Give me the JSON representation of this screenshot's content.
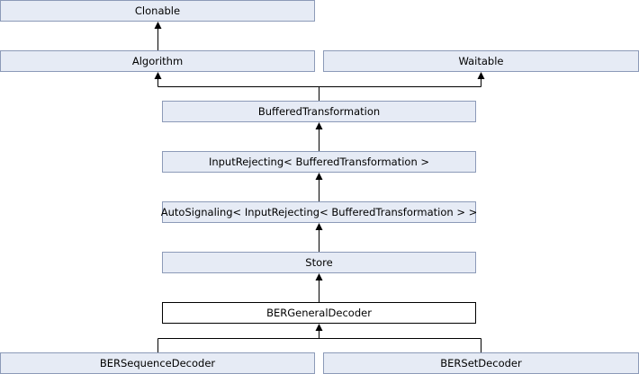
{
  "nodes": {
    "clonable": "Clonable",
    "algorithm": "Algorithm",
    "waitable": "Waitable",
    "buffered_transformation": "BufferedTransformation",
    "input_rejecting": "InputRejecting< BufferedTransformation >",
    "auto_signaling": "AutoSignaling< InputRejecting< BufferedTransformation > >",
    "store": "Store",
    "ber_general_decoder": "BERGeneralDecoder",
    "ber_sequence_decoder": "BERSequenceDecoder",
    "ber_set_decoder": "BERSetDecoder"
  },
  "colors": {
    "node_fill": "#e6ebf5",
    "node_border": "#8c9ab8",
    "current_fill": "#ffffff",
    "current_border": "#000000",
    "edge": "#000000"
  }
}
